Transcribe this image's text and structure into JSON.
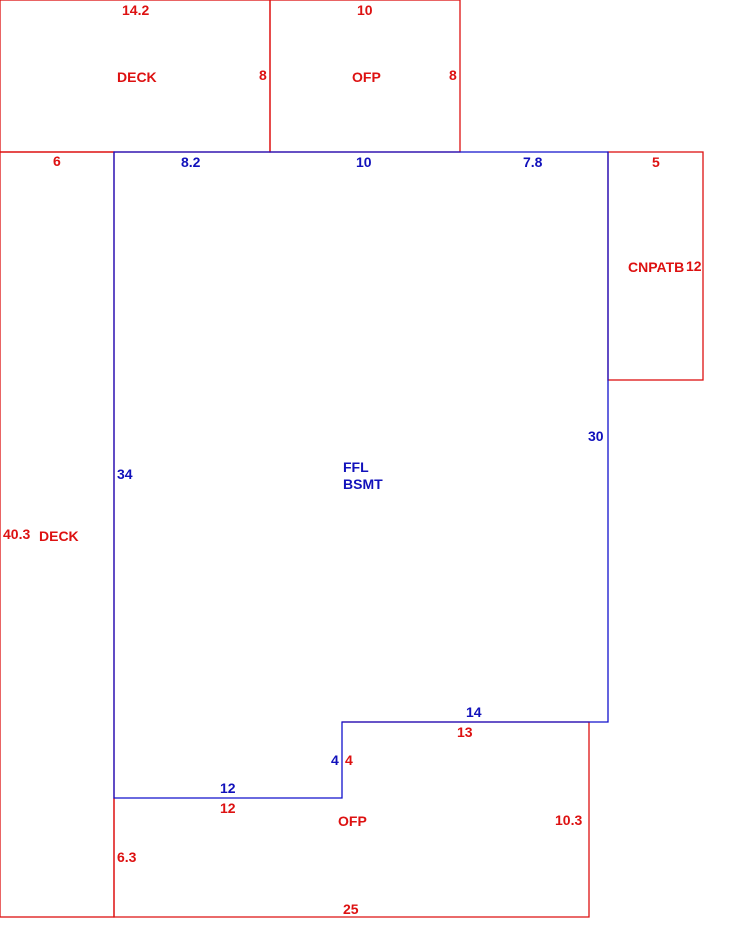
{
  "colors": {
    "exterior": "#dd1111",
    "main_area": "#1111cc",
    "background": "#ffffff"
  },
  "areas": {
    "deck_top": {
      "label": "DECK",
      "dims": {
        "top": "14.2",
        "right": "8"
      }
    },
    "ofp_top": {
      "label": "OFP",
      "dims": {
        "top": "10",
        "right": "8"
      }
    },
    "cnpatb": {
      "label": "CNPATB",
      "dims": {
        "top": "5",
        "right": "12"
      }
    },
    "deck_left": {
      "label": "DECK",
      "dims": {
        "top": "6",
        "left": "40.3"
      }
    },
    "main": {
      "label_line1": "FFL",
      "label_line2": "BSMT",
      "dims": {
        "top_a": "8.2",
        "top_b": "10",
        "top_c": "7.8",
        "right": "30",
        "left": "34",
        "step_bottom": "14",
        "step_vertical": "4",
        "bottom": "12"
      }
    },
    "ofp_bottom": {
      "label": "OFP",
      "dims": {
        "top_right": "13",
        "step": "4",
        "top_left": "12",
        "right": "10.3",
        "left": "6.3",
        "bottom": "25"
      }
    }
  }
}
